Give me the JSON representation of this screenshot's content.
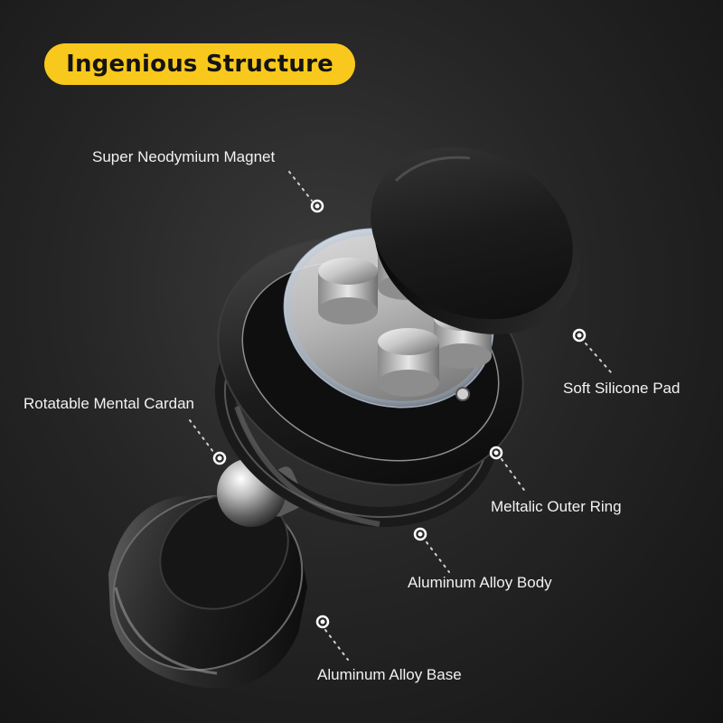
{
  "title": "Ingenious Structure",
  "labels": {
    "magnet": "Super Neodymium Magnet",
    "pad": "Soft Silicone Pad",
    "cardan": "Rotatable Mental Cardan",
    "ring": "Meltalic Outer Ring",
    "body": "Aluminum Alloy Body",
    "base": "Aluminum Alloy Base"
  },
  "colors": {
    "accent": "#f8c81c",
    "background": "#1e1e1e",
    "label_text": "#f2f2f2",
    "title_text": "#141414"
  }
}
